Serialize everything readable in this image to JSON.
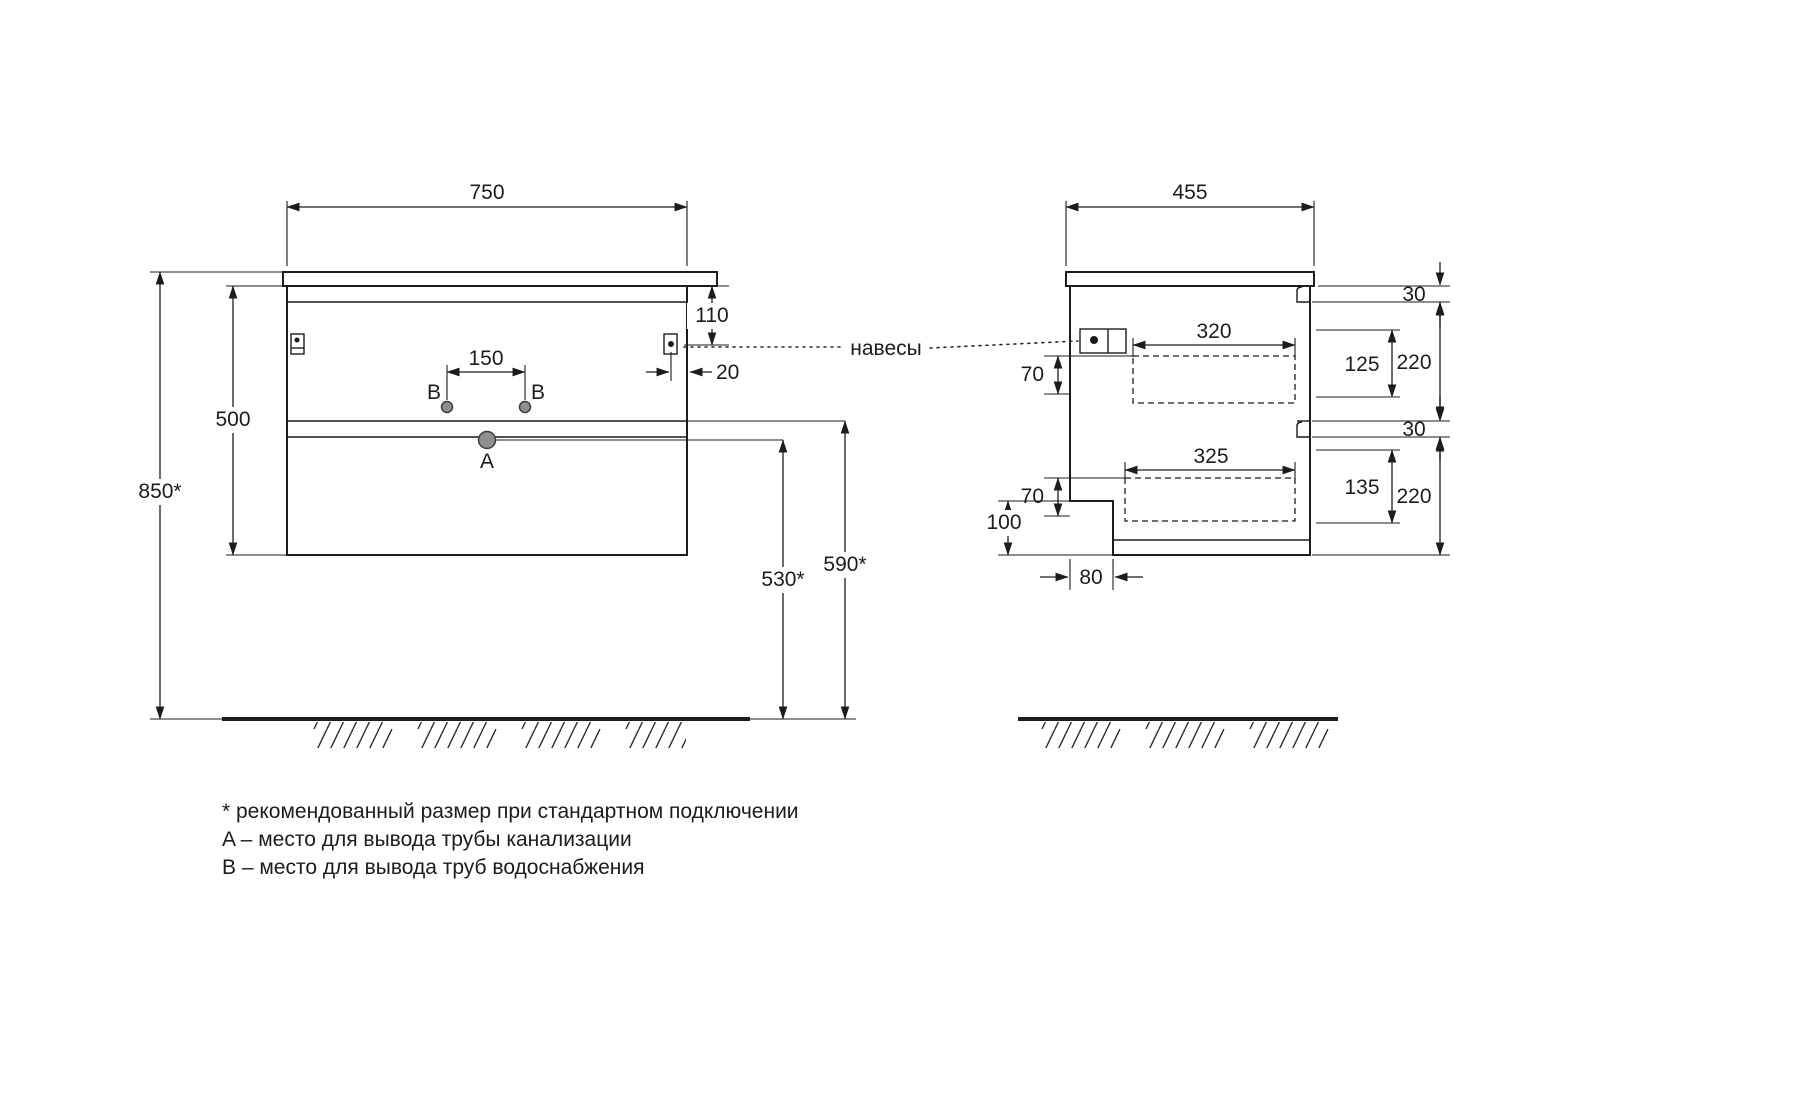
{
  "front_view": {
    "dim_width": "750",
    "dim_height": "500",
    "dim_mount_height": "850*",
    "dim_hinge_top": "110",
    "dim_hinge_side": "20",
    "dim_water_spacing": "150",
    "dim_drain_floor": "530*",
    "dim_divider_floor": "590*",
    "label_a": "A",
    "label_b_left": "B",
    "label_b_right": "B"
  },
  "side_view": {
    "dim_depth": "455",
    "dim_reveal_top": "30",
    "dim_drawer1_front": "220",
    "dim_reveal_mid": "30",
    "dim_drawer2_front": "220",
    "dim_drawer1_inner": "125",
    "dim_drawer2_inner": "135",
    "dim_box1_depth": "320",
    "dim_box2_depth": "325",
    "dim_gap_top": "70",
    "dim_gap_bottom": "70",
    "dim_notch_height": "100",
    "dim_notch_depth": "80"
  },
  "annotations": {
    "hinges_label": "навесы"
  },
  "notes": {
    "line1": "* рекомендованный размер при стандартном подключении",
    "line2": "A – место для вывода трубы канализации",
    "line3": "B – место для вывода труб водоснабжения"
  },
  "colors": {
    "line": "#1c1c1c",
    "background": "#ffffff"
  }
}
